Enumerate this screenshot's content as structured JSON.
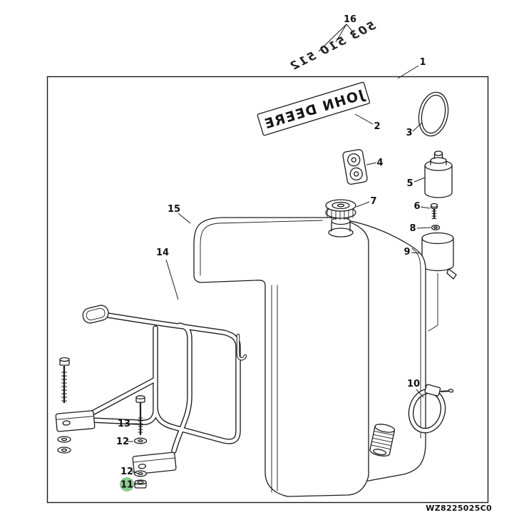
{
  "figure": {
    "part_code": "WZ8225025C0",
    "decal_text": "JOHN DEERE",
    "sticker_text": "503 510 512",
    "highlight_color": "#8fc98f"
  },
  "callouts": [
    {
      "id": "16",
      "label": "16",
      "highlighted": false
    },
    {
      "id": "1",
      "label": "1",
      "highlighted": false
    },
    {
      "id": "2",
      "label": "2",
      "highlighted": false
    },
    {
      "id": "3",
      "label": "3",
      "highlighted": false
    },
    {
      "id": "4",
      "label": "4",
      "highlighted": false
    },
    {
      "id": "5",
      "label": "5",
      "highlighted": false
    },
    {
      "id": "7",
      "label": "7",
      "highlighted": false
    },
    {
      "id": "6",
      "label": "6",
      "highlighted": false
    },
    {
      "id": "8",
      "label": "8",
      "highlighted": false
    },
    {
      "id": "9",
      "label": "9",
      "highlighted": false
    },
    {
      "id": "15",
      "label": "15",
      "highlighted": false
    },
    {
      "id": "14",
      "label": "14",
      "highlighted": false
    },
    {
      "id": "10",
      "label": "10",
      "highlighted": false
    },
    {
      "id": "13",
      "label": "13",
      "highlighted": false
    },
    {
      "id": "12a",
      "label": "12",
      "highlighted": false
    },
    {
      "id": "12b",
      "label": "12",
      "highlighted": false
    },
    {
      "id": "11",
      "label": "11",
      "highlighted": true
    }
  ]
}
